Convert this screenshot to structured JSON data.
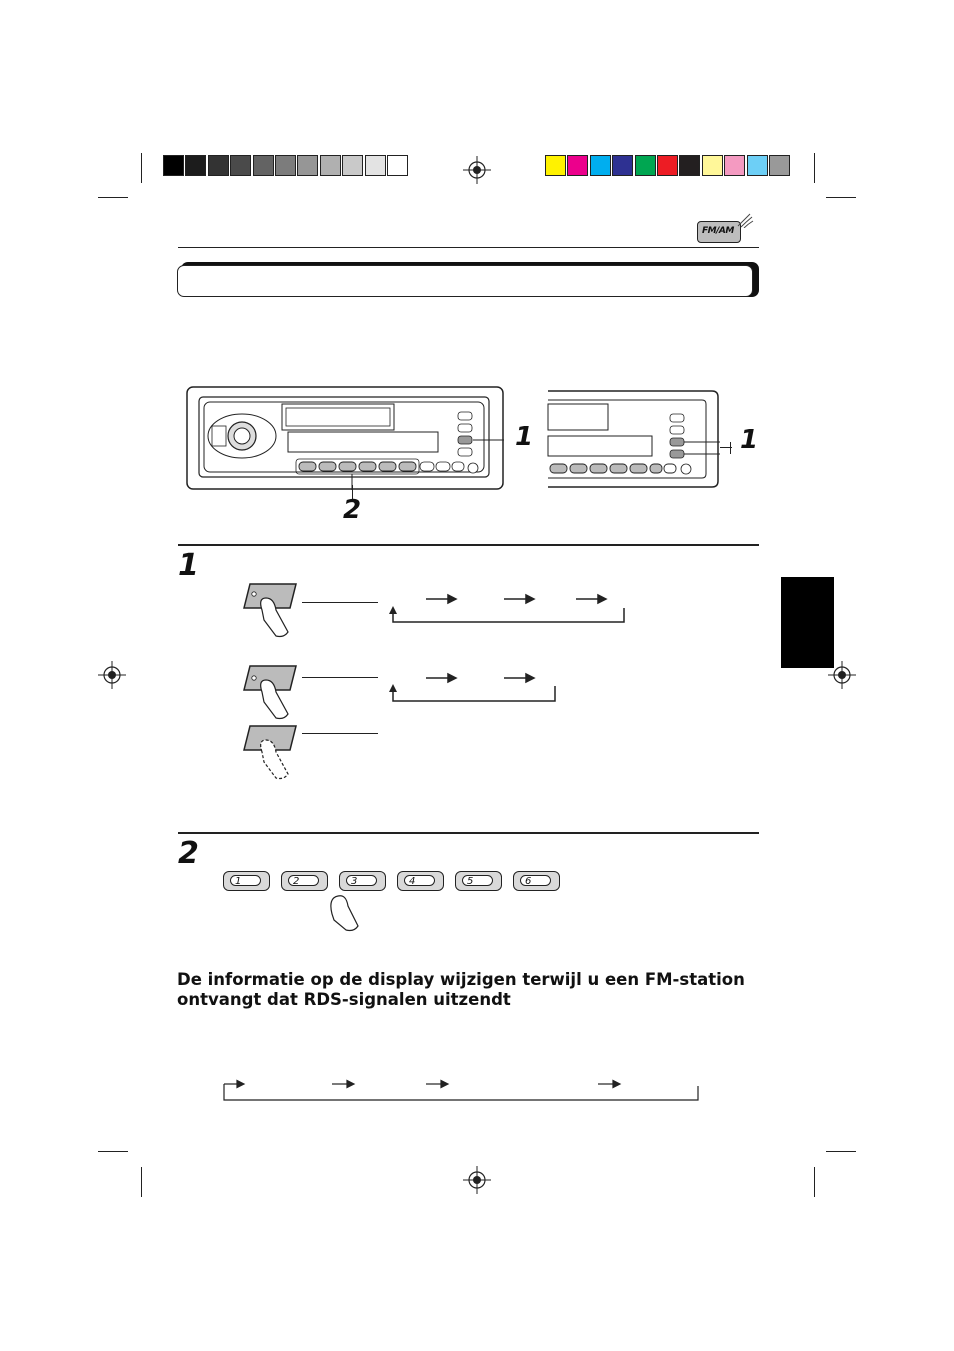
{
  "badge": {
    "text": "FM/AM"
  },
  "colors": {
    "gray_bar": [
      "#000000",
      "#1c1c1c",
      "#333333",
      "#4a4a4a",
      "#636363",
      "#7c7c7c",
      "#969696",
      "#b0b0b0",
      "#c9c9c9",
      "#e3e3e3",
      "#ffffff"
    ],
    "color_bar": [
      "#fff200",
      "#ec008c",
      "#00aeef",
      "#2e3192",
      "#00a651",
      "#ed1c24",
      "#231f20",
      "#fff799",
      "#f49ac1",
      "#6dcff6",
      "#999999"
    ],
    "tab": "#000000"
  },
  "callouts": {
    "one_a": "1",
    "one_b": "1",
    "two": "2"
  },
  "steps": {
    "step1": "1",
    "step2": "2"
  },
  "presets": [
    "1",
    "2",
    "3",
    "4",
    "5",
    "6"
  ],
  "section_heading": "De informatie op de display wijzigen terwijl u een FM-station ontvangt dat RDS-signalen uitzendt"
}
